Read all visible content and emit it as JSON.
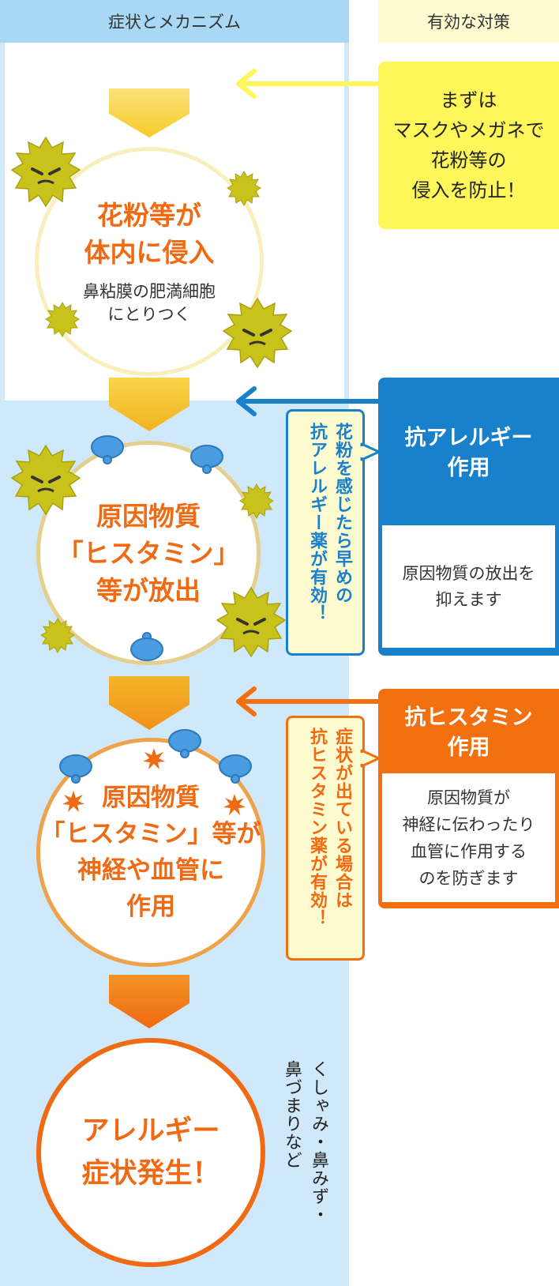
{
  "headers": {
    "left": "症状とメカニズム",
    "right": "有効な対策"
  },
  "steps": [
    {
      "title_lines": [
        "花粉等が",
        "体内に侵入"
      ],
      "sub_lines": [
        "鼻粘膜の肥満細胞",
        "にとりつく"
      ]
    },
    {
      "title_lines": [
        "原因物質",
        "「ヒスタミン」",
        "等が放出"
      ]
    },
    {
      "title_lines": [
        "原因物質",
        "「ヒスタミン」等が",
        "神経や血管に",
        "作用"
      ]
    },
    {
      "title_lines": [
        "アレルギー",
        "症状発生！"
      ]
    }
  ],
  "symptoms_lines": [
    "くしゃみ・鼻みず・",
    "鼻づまりなど"
  ],
  "measures": {
    "mask_lines": [
      "まずは",
      "マスクやメガネで",
      "花粉等の",
      "侵入を防止！"
    ],
    "anti_allergy": {
      "title_lines": [
        "抗アレルギー",
        "作用"
      ],
      "body_lines": [
        "原因物質の放出を",
        "抑えます"
      ],
      "note_lines": [
        "花粉を感じたら早めの",
        "抗アレルギー薬が有効！"
      ]
    },
    "anti_histamine": {
      "title_lines": [
        "抗ヒスタミン",
        "作用"
      ],
      "body_lines": [
        "原因物質が",
        "神経に伝わったり",
        "血管に作用する",
        "のを防ぎます"
      ],
      "note_lines": [
        "症状が出ている場合は",
        "抗ヒスタミン薬が有効！"
      ]
    }
  },
  "colors": {
    "left_panel": "#cfe9fb",
    "header_blue": "#a8d8f6",
    "header_yellow": "#fffbd0",
    "mask_yellow": "#fff75a",
    "allergy_blue": "#1980cc",
    "histamine_orange": "#f2700f",
    "title_orange": "#ef6a12",
    "pollen": "#c8c21a",
    "histamine_molecule": "#4a9ce0"
  }
}
